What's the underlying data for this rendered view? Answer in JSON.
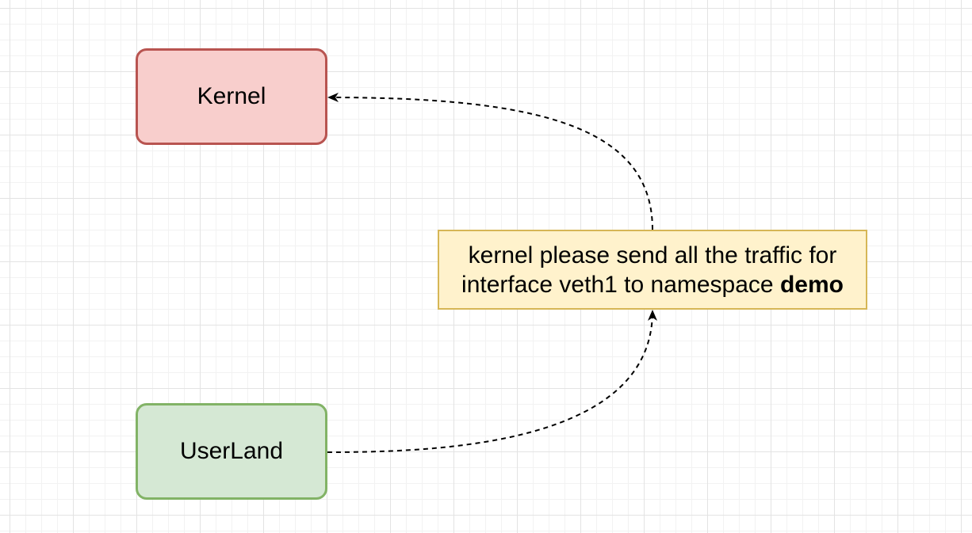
{
  "diagram": {
    "nodes": {
      "kernel": {
        "label": "Kernel",
        "fill": "#f8cecc",
        "stroke": "#b85450"
      },
      "userland": {
        "label": "UserLand",
        "fill": "#d5e8d4",
        "stroke": "#82b366"
      },
      "note": {
        "line1": "kernel please send all the traffic for",
        "line2_text": "interface veth1 to namespace ",
        "line2_bold": "demo",
        "fill": "#fff2cc",
        "stroke": "#d6b656"
      }
    },
    "edges": [
      {
        "from": "userland",
        "to": "note",
        "style": "dashed",
        "arrow": "end"
      },
      {
        "from": "note",
        "to": "kernel",
        "style": "dashed",
        "arrow": "end"
      }
    ],
    "grid_color": "#e3e3e3",
    "edge_color": "#000000"
  }
}
